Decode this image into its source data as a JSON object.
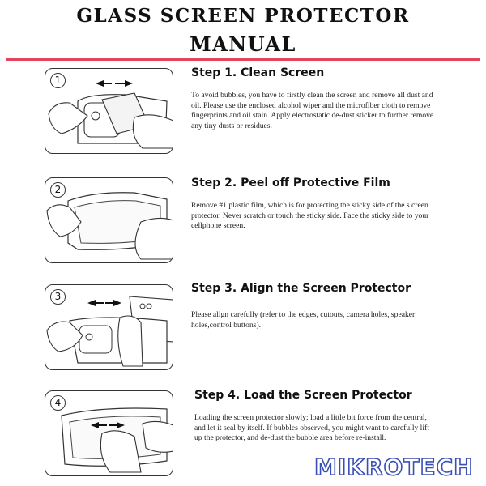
{
  "title": {
    "line1": "GLASS SCREEN PROTECTOR",
    "line2": "MANUAL"
  },
  "steps": [
    {
      "number": "1",
      "heading": "Step 1. Clean Screen",
      "text": "To avoid bubbles, you have to firstly clean the screen and remove all dust and oil. Please use the enclosed alcohol wiper and the microfiber cloth to remove fingerprints and oil stain. Apply electrostatic de-dust sticker to further remove any tiny dusts or residues."
    },
    {
      "number": "2",
      "heading": "Step 2. Peel off Protective Film",
      "text": "Remove #1 plastic film, which is for protecting the sticky side of the s creen protector. Never scratch or touch the sticky side. Face the sticky side to your cellphone screen."
    },
    {
      "number": "3",
      "heading": "Step 3. Align the Screen Protector",
      "text": "Please align carefully (refer to the edges, cutouts, camera holes, speaker holes,control buttons)."
    },
    {
      "number": "4",
      "heading": "Step 4. Load the Screen Protector",
      "text": "Loading the screen protector slowly; load a little bit force from the central, and let it seal by itself. If bubbles observed, you might want to carefully lift up the protector, and de-dust the bubble area before re-install."
    }
  ],
  "brand": {
    "name": "MIKROTECH",
    "color": "#3a4fb6"
  },
  "colors": {
    "accent_line": "#e3455a"
  }
}
